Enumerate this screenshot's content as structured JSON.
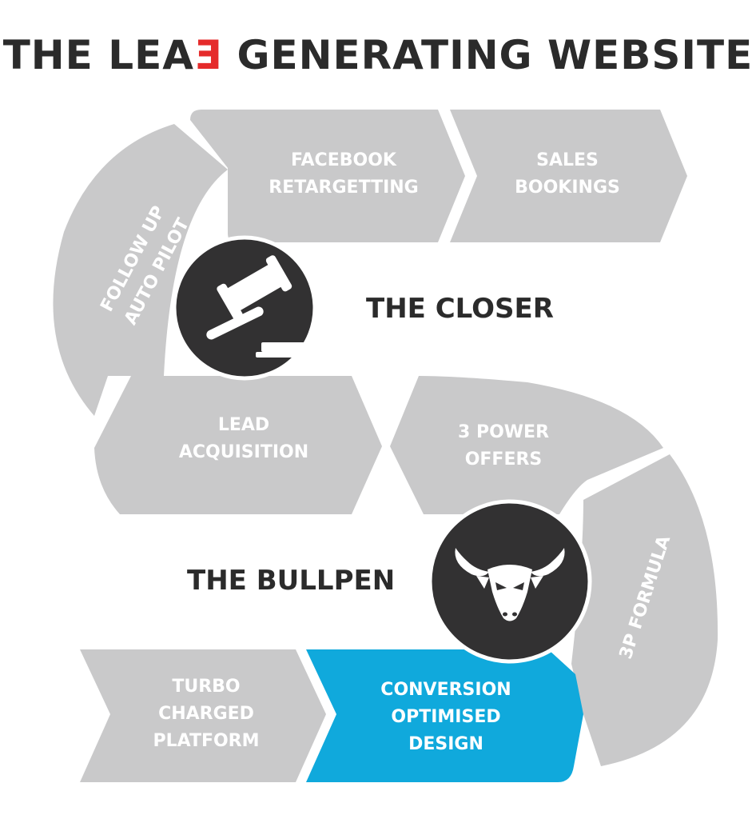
{
  "title": {
    "prefix": "THE LEA",
    "accent_letter": "Ǝ",
    "suffix": " GENERATING WEBSITE"
  },
  "colors": {
    "segment_gray": "#c9c9ca",
    "segment_blue": "#10a9dc",
    "circle_dark": "#323132",
    "text_dark": "#2b2b2b",
    "accent_red": "#e52b2b"
  },
  "sections": {
    "closer": "THE CLOSER",
    "bullpen": "THE BULLPEN"
  },
  "icons": {
    "closer": "gavel-icon",
    "bullpen": "bull-head-icon"
  },
  "segments": {
    "facebook": [
      "FACEBOOK",
      "RETARGETTING"
    ],
    "sales": [
      "SALES",
      "BOOKINGS"
    ],
    "followup": [
      "FOLLOW UP",
      "AUTO PILOT"
    ],
    "lead": [
      "LEAD",
      "ACQUISITION"
    ],
    "offers": [
      "3 POWER",
      "OFFERS"
    ],
    "formula": [
      "3P FORMULA"
    ],
    "turbo": [
      "TURBO",
      "CHARGED",
      "PLATFORM"
    ],
    "conversion": [
      "CONVERSION",
      "OPTIMISED",
      "DESIGN"
    ]
  }
}
